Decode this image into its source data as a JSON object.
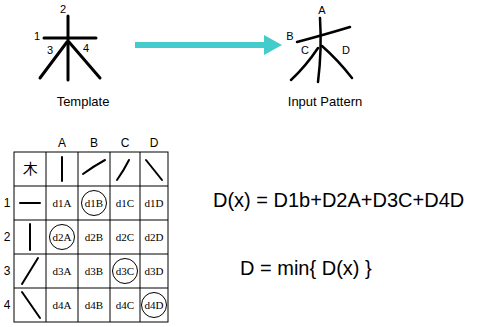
{
  "diagram": {
    "nodes": [
      {
        "text": [
          "d1B"
        ]
      },
      {
        "text": [
          "d2A"
        ]
      },
      {
        "text": [
          "d3C"
        ]
      },
      {
        "text": [
          "d4D"
        ]
      }
    ],
    "labels": [
      "2",
      "1",
      "3",
      "4",
      "Template",
      "A",
      "B",
      "C",
      "D",
      "Input Pattern",
      "A",
      "B",
      "C",
      "D",
      "木",
      "1",
      "d1A",
      "d1C",
      "d1D",
      "2",
      "d2B",
      "d2C",
      "d2D",
      "3",
      "d3A",
      "d3B",
      "d3D",
      "4",
      "d4A",
      "d4B",
      "d4C",
      "D(x) = D1b+D2A+D3C+D4D",
      "D = min{ D(x) }"
    ]
  }
}
